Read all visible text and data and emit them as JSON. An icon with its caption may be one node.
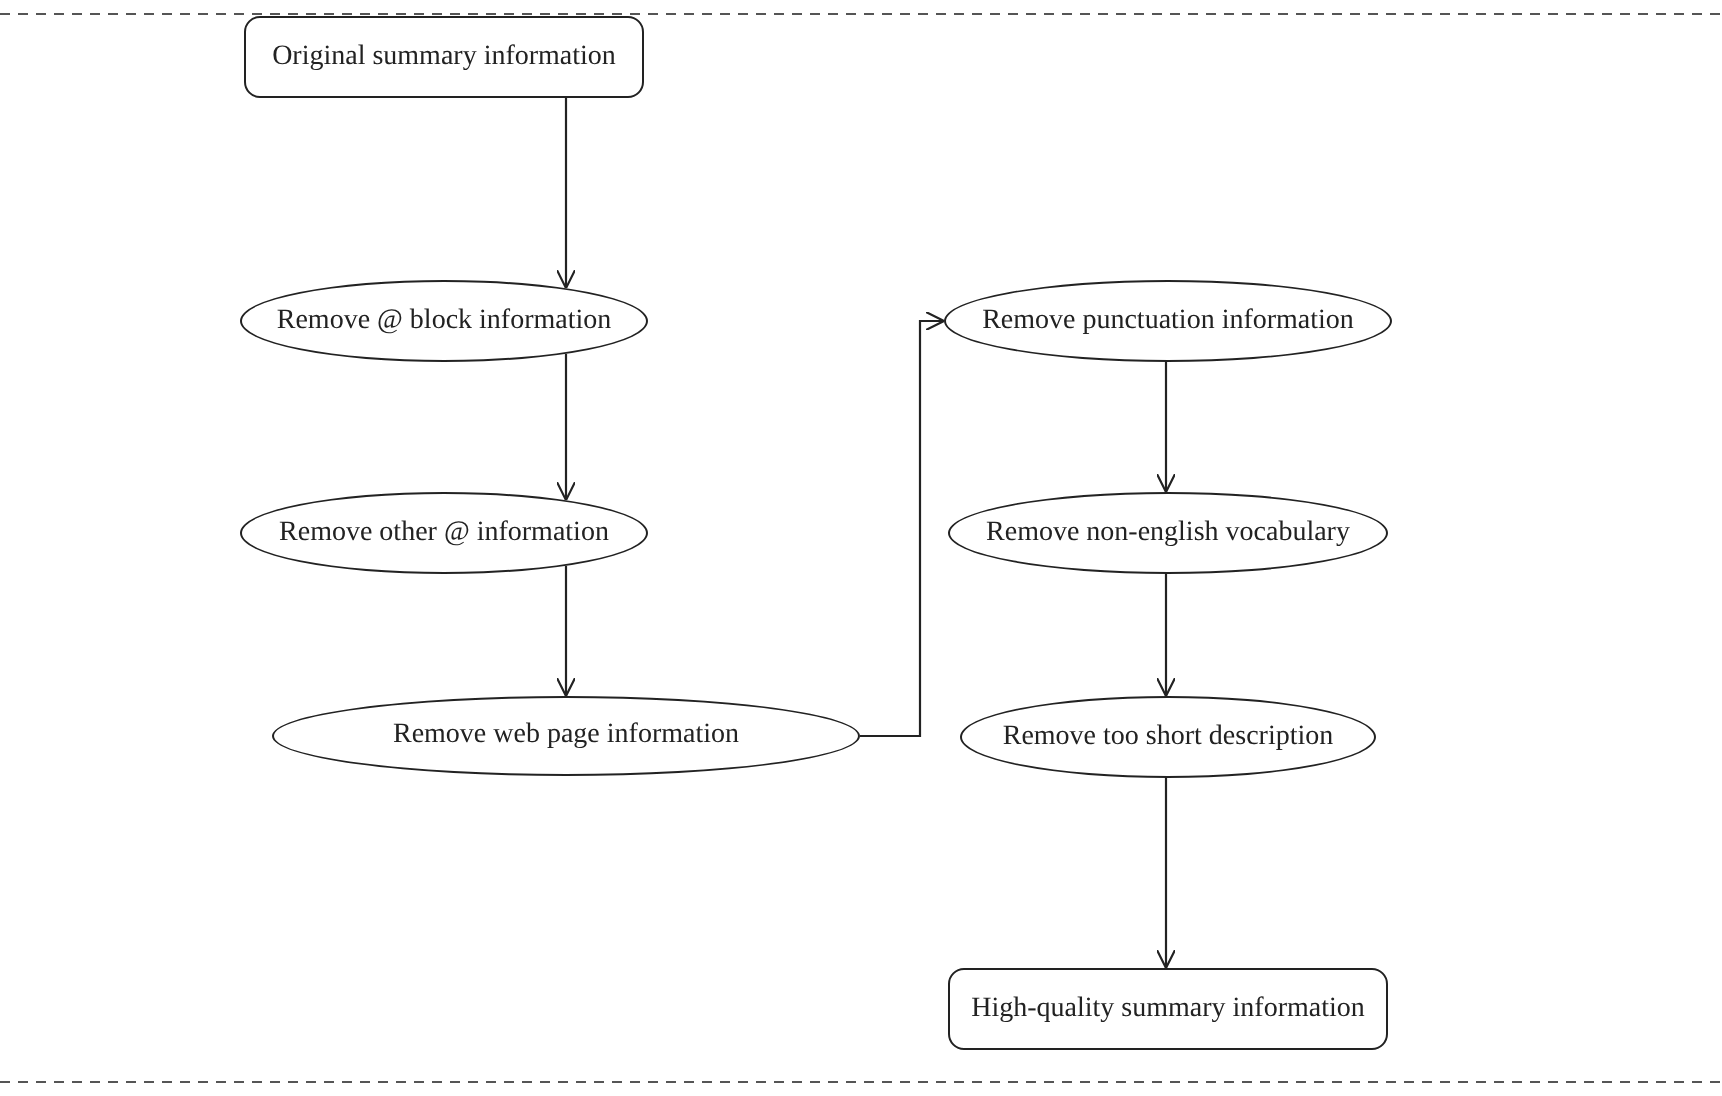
{
  "diagram": {
    "nodes": [
      {
        "text": [
          "Original summary information"
        ]
      },
      {
        "text": [
          "Remove @ block information"
        ]
      },
      {
        "text": [
          "Remove other @ information"
        ]
      },
      {
        "text": [
          "Remove web page information"
        ]
      },
      {
        "text": [
          "Remove punctuation information"
        ]
      },
      {
        "text": [
          "Remove non-english vocabulary"
        ]
      },
      {
        "text": [
          "Remove too short description"
        ]
      },
      {
        "text": [
          "High-quality summary information"
        ]
      }
    ],
    "edges": [
      {
        "from": 0,
        "to": 1,
        "arrow": "to"
      },
      {
        "from": 1,
        "to": 2,
        "arrow": "to"
      },
      {
        "from": 2,
        "to": 3,
        "arrow": "to"
      },
      {
        "from": 3,
        "to": 4,
        "arrow": "to"
      },
      {
        "from": 4,
        "to": 5,
        "arrow": "to"
      },
      {
        "from": 5,
        "to": 6,
        "arrow": "to"
      },
      {
        "from": 6,
        "to": 7,
        "arrow": "to"
      }
    ]
  }
}
